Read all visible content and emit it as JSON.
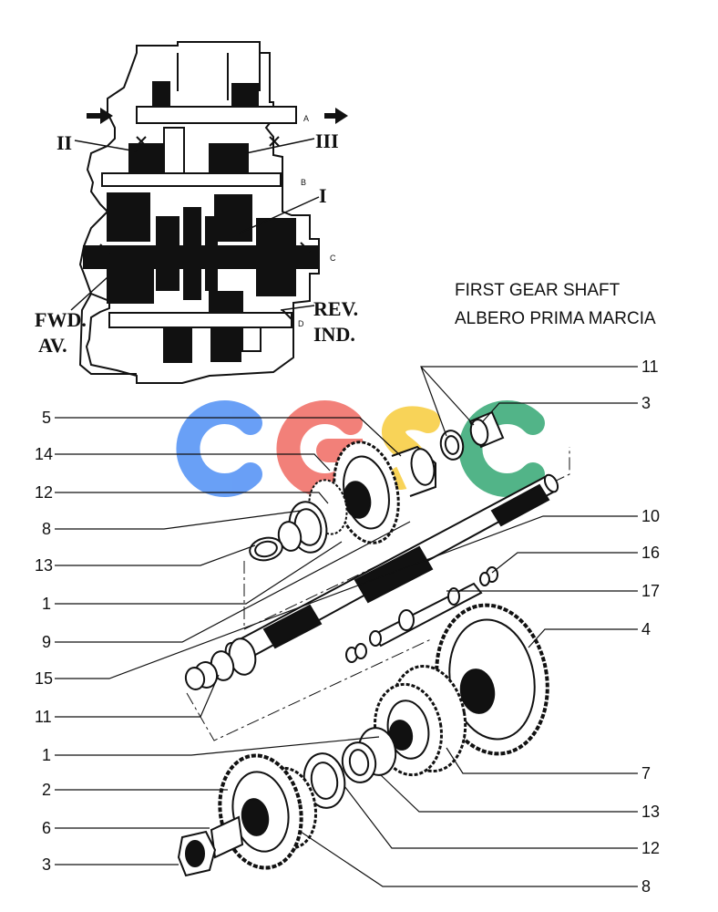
{
  "title": {
    "line1": "FIRST GEAR SHAFT",
    "line2": "ALBERO PRIMA MARCIA"
  },
  "section_view": {
    "marks": [
      "II",
      "III",
      "I"
    ],
    "shaft_letters": [
      "A",
      "B",
      "C",
      "D"
    ],
    "fwd": [
      "FWD.",
      "AV."
    ],
    "rev": [
      "REV.",
      "IND."
    ]
  },
  "callouts_left": [
    "5",
    "14",
    "12",
    "8",
    "13",
    "1",
    "9",
    "15",
    "11",
    "1",
    "2",
    "6",
    "3"
  ],
  "callouts_right": [
    "11",
    "3",
    "10",
    "16",
    "17",
    "4",
    "7",
    "13",
    "12",
    "8"
  ],
  "watermark": {
    "letters": [
      "C",
      "G",
      "S",
      "C"
    ],
    "colors": [
      "#4f8ff5",
      "#f06b62",
      "#f7cc3c",
      "#35a874"
    ]
  },
  "colors": {
    "ink": "#111111",
    "paper": "#ffffff"
  }
}
